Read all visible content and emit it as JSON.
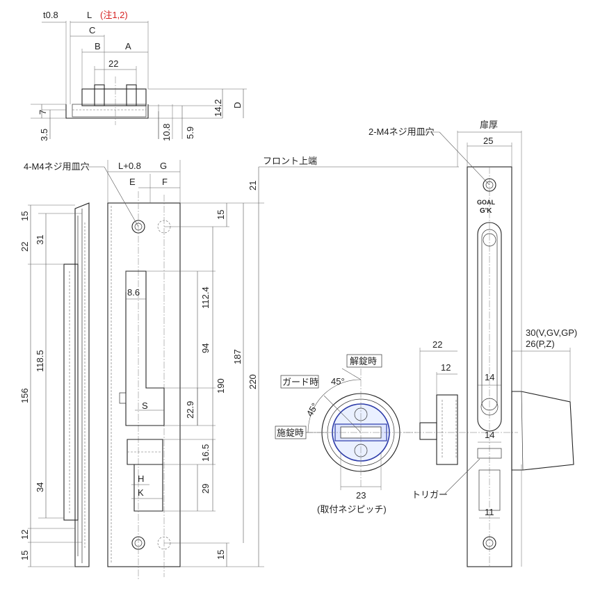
{
  "labels": {
    "t08": "t0.8",
    "L": "L",
    "note": "(注1,2)",
    "C": "C",
    "B": "B",
    "A": "A",
    "d22_top": "22",
    "d7": "7",
    "d35": "3.5",
    "d142": "14.2",
    "D": "D",
    "d108": "10.8",
    "d59": "5.9",
    "screw_left": "4-M4ネジ用皿穴",
    "L08": "L+0.8",
    "G": "G",
    "E": "E",
    "F": "F",
    "front_top": "フロント上端",
    "d21": "21",
    "d15_a": "15",
    "d22_b": "22",
    "d31": "31",
    "d1185": "118.5",
    "d156": "156",
    "d34": "34",
    "d12": "12",
    "d15_b": "15",
    "d86": "8.6",
    "d15_c": "15",
    "d1124": "112.4",
    "d94": "94",
    "d187": "187",
    "d220": "220",
    "d190": "190",
    "S": "S",
    "d229": "22.9",
    "d165": "16.5",
    "H": "H",
    "K": "K",
    "d29": "29",
    "d15_d": "15",
    "unlock": "解錠時",
    "guard": "ガード時",
    "deg45a": "45°",
    "deg45b": "45°",
    "lock": "施錠時",
    "d23": "23",
    "pitch": "(取付ネジピッチ)",
    "screw_right": "2-M4ネジ用皿穴",
    "door": "扉厚",
    "d25": "25",
    "logo1": "GOAL",
    "logo2": "G'K",
    "d22_r": "22",
    "d12_r": "12",
    "d14_a": "14",
    "d14_b": "14",
    "d30": "30(V,GV,GP)",
    "d26": "26(P,Z)",
    "trigger": "トリガー",
    "d11": "11"
  }
}
